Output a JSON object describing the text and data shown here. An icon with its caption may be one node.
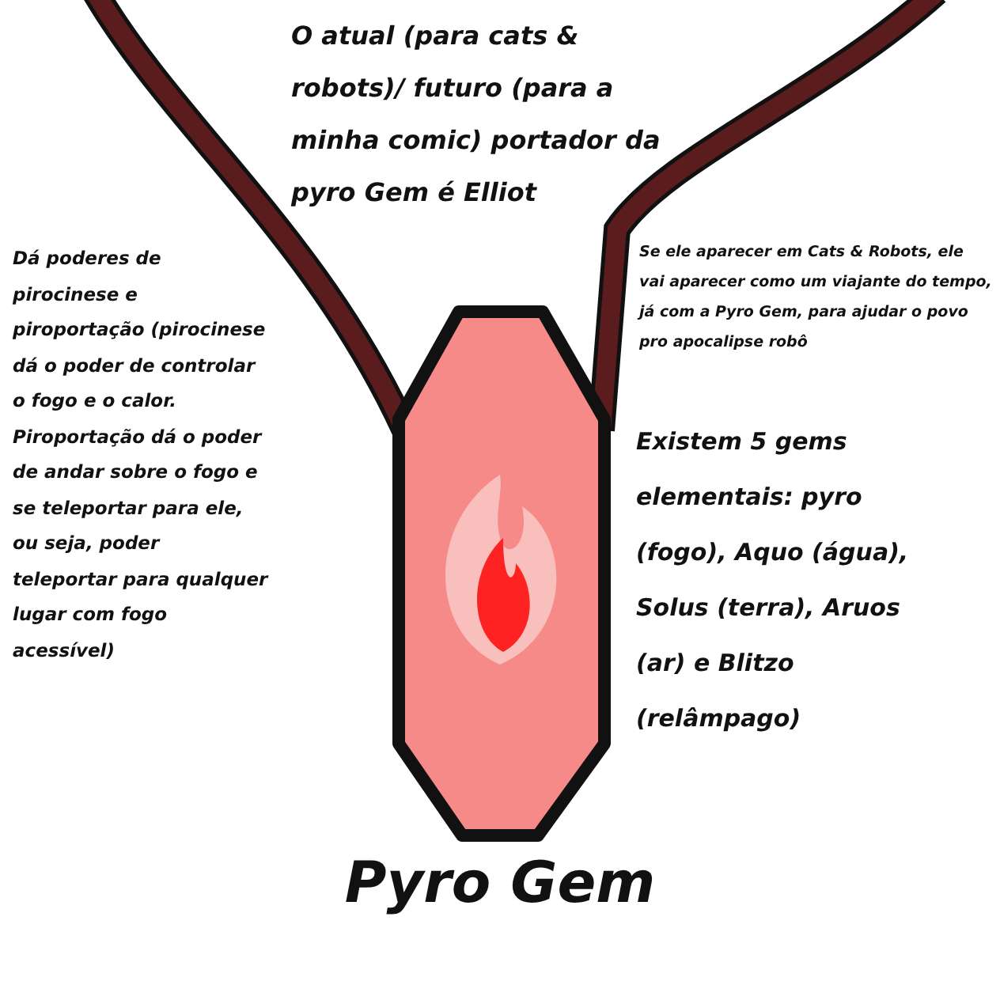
{
  "diagram": {
    "caption": "Pyro Gem",
    "labels": [
      "O atual (para cats & robots)/ futuro (para a minha comic) portador da pyro Gem é Elliot",
      "Dá poderes de pirocinese e piroportação (pirocinese dá o poder de controlar o fogo e o calor. Piroportação dá o poder de andar sobre o fogo e se teleportar para ele, ou seja, poder teleportar para qualquer lugar com fogo acessível)",
      "Se ele aparecer em Cats & Robots, ele vai aparecer como um viajante do tempo, já com a Pyro Gem, para ajudar o povo pro apocalipse robô",
      "Existem 5 gems elementais: pyro (fogo), Aquo (água), Solus (terra), Aruos (ar) e Blitzo (relâmpago)"
    ]
  }
}
